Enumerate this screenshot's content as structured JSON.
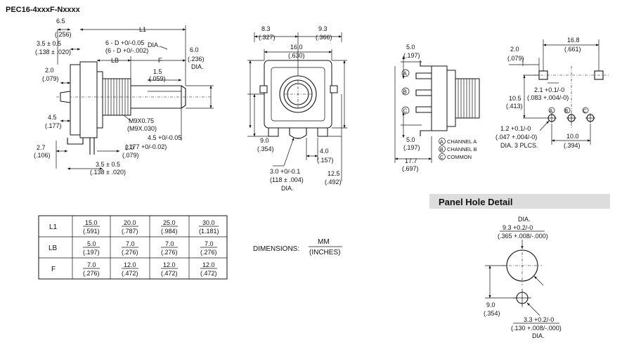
{
  "part_number": "PEC16-4xxxF-Nxxxx",
  "side_view": {
    "d_6_5": {
      "mm": "6.5",
      "in": "(.256)"
    },
    "d_3_5": {
      "mm": "3.5 ± 0.5",
      "in": "(.138 ± .020)"
    },
    "d_l1": "L1",
    "d_6d": {
      "mm": "6 - D +0/-0.05",
      "in": "(6 - D +0/-.002)"
    },
    "d_dia_label": "DIA.",
    "d_lb": "LB",
    "d_f": "F",
    "d_6_0": {
      "mm": "6.0",
      "in": "(.236)",
      "dia": "DIA."
    },
    "d_2_0a": {
      "mm": "2.0",
      "in": "(.079)"
    },
    "d_1_5": {
      "mm": "1.5",
      "in": "(.059)"
    },
    "d_4_5a": {
      "mm": "4.5",
      "in": "(.177)"
    },
    "d_m9": {
      "mm": "M9X0.75",
      "in": "(M9X.030)"
    },
    "d_4_5b": {
      "mm": "4.5 +0/-0.05",
      "in": "(.177 +0/-0.02)"
    },
    "d_2_7": {
      "mm": "2.7",
      "in": "(.106)"
    },
    "d_2_0b": {
      "mm": "2.0",
      "in": "(.079)"
    },
    "d_3_5b": {
      "mm": "3.5 ± 0.5",
      "in": "(.138 ± .020)"
    }
  },
  "front_view": {
    "d_8_3": {
      "mm": "8.3",
      "in": "(.327)"
    },
    "d_9_3": {
      "mm": "9.3",
      "in": "(.366)"
    },
    "d_16_0": {
      "mm": "16.0",
      "in": "(.630)"
    },
    "d_9_0": {
      "mm": "9.0",
      "in": "(.354)"
    },
    "d_4_0": {
      "mm": "4.0",
      "in": "(.157)"
    },
    "d_3_0": {
      "mm": "3.0 +0/-0.1",
      "in": "(118 ± .004)",
      "dia": "DIA."
    },
    "d_12_5": {
      "mm": "12.5",
      "in": "(.492)"
    }
  },
  "pin_view": {
    "d_5_0a": {
      "mm": "5.0",
      "in": "(.197)"
    },
    "d_5_0b": {
      "mm": "5.0",
      "in": "(.197)"
    },
    "d_17_7": {
      "mm": "17.7",
      "in": "(.697)"
    },
    "pins": [
      "A",
      "B",
      "C"
    ],
    "legend": [
      {
        "mark": "A",
        "text": "CHANNEL A"
      },
      {
        "mark": "B",
        "text": "CHANNEL B"
      },
      {
        "mark": "C",
        "text": "COMMON"
      }
    ]
  },
  "pcb_layout": {
    "d_2_0": {
      "mm": "2.0",
      "in": "(.079)"
    },
    "d_16_8": {
      "mm": "16.8",
      "in": "(.661)"
    },
    "d_2_1": {
      "mm": "2.1 +0.1/-0",
      "in": "(.083 +.004/-0)"
    },
    "d_10_5": {
      "mm": "10.5",
      "in": "(.413)"
    },
    "d_1_2": {
      "mm": "1.2 +0.1/-0",
      "in": "(.047 +.004/-0)",
      "note": "DIA. 3 PLCS."
    },
    "d_10_0": {
      "mm": "10.0",
      "in": "(.394)"
    },
    "pins": [
      "A",
      "B",
      "C"
    ]
  },
  "dim_table": {
    "rows": [
      {
        "label": "L1",
        "cells": [
          [
            "15.0",
            "(.591)"
          ],
          [
            "20.0",
            "(.787)"
          ],
          [
            "25.0",
            "(.984)"
          ],
          [
            "30.0",
            "(1.181)"
          ]
        ]
      },
      {
        "label": "LB",
        "cells": [
          [
            "5.0",
            "(.197)"
          ],
          [
            "7.0",
            "(.276)"
          ],
          [
            "7.0",
            "(.276)"
          ],
          [
            "7.0",
            "(.276)"
          ]
        ]
      },
      {
        "label": "F",
        "cells": [
          [
            "7.0",
            "(.276)"
          ],
          [
            "12.0",
            "(.472)"
          ],
          [
            "12.0",
            "(.472)"
          ],
          [
            "12.0",
            "(.472)"
          ]
        ]
      }
    ]
  },
  "units_note": {
    "label": "DIMENSIONS:",
    "top": "MM",
    "bottom": "(INCHES)"
  },
  "panel_hole": {
    "title": "Panel Hole Detail",
    "d_big": {
      "dia": "DIA.",
      "mm": "9.3 +0.2/-0",
      "in": "(.365 +.008/-.000)"
    },
    "d_9_0": {
      "mm": "9.0",
      "in": "(.354)"
    },
    "d_small": {
      "mm": "3.3 +0.2/-0",
      "in": "(.130 +.008/-.000)",
      "dia": "DIA."
    }
  }
}
